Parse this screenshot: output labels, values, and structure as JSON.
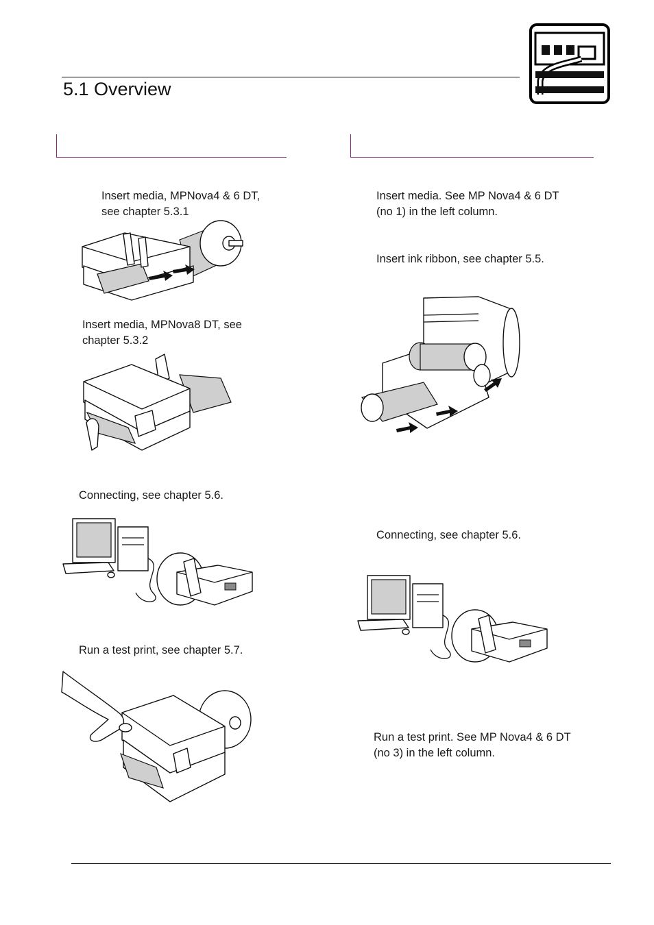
{
  "section": {
    "title": "5.1 Overview"
  },
  "left_column": {
    "steps": [
      {
        "text_line1": "Insert media, MPNova4 & 6 DT,",
        "text_line2": "see chapter 5.3.1"
      },
      {
        "text_line1": "Insert media, MPNova8 DT, see",
        "text_line2": "chapter 5.3.2"
      },
      {
        "text_line1": "Connecting, see chapter 5.6."
      },
      {
        "text_line1": "Run a test print, see chapter 5.7."
      }
    ]
  },
  "right_column": {
    "steps": [
      {
        "text_line1": "Insert media. See MP Nova4 & 6 DT",
        "text_line2": "(no 1) in the left column."
      },
      {
        "text_line1": "Insert ink ribbon, see chapter 5.5."
      },
      {
        "text_line1": "Connecting, see chapter 5.6."
      },
      {
        "text_line1": "Run a test print. See MP Nova4 & 6 DT",
        "text_line2": "(no 3) in the left column."
      }
    ]
  },
  "icons": {
    "corner": "interface-connector-icon"
  }
}
